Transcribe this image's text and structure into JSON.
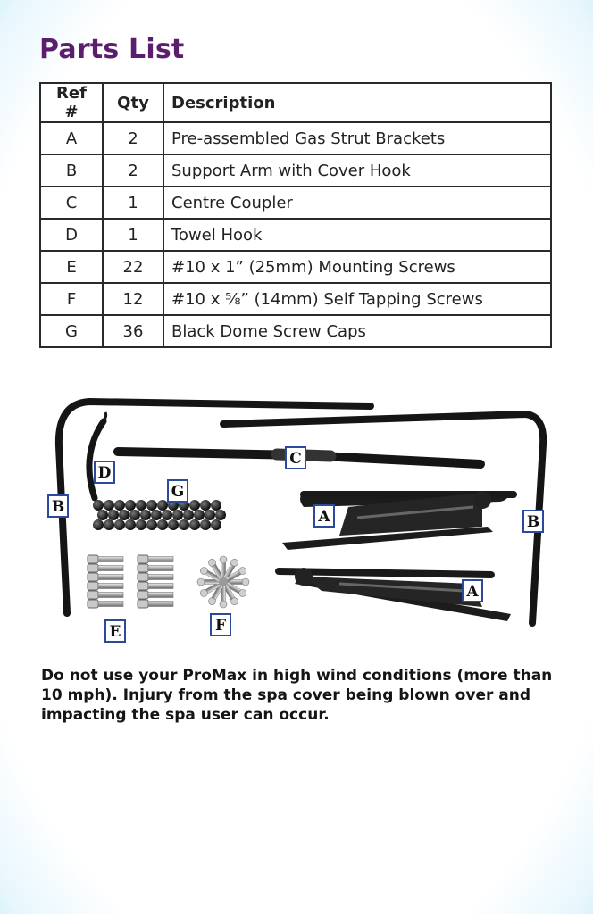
{
  "title": "Parts List",
  "table": {
    "headers": [
      "Ref #",
      "Qty",
      "Description"
    ],
    "rows": [
      {
        "ref": "A",
        "qty": "2",
        "desc": "Pre-assembled Gas Strut Brackets"
      },
      {
        "ref": "B",
        "qty": "2",
        "desc": "Support Arm with Cover Hook"
      },
      {
        "ref": "C",
        "qty": "1",
        "desc": "Centre Coupler"
      },
      {
        "ref": "D",
        "qty": "1",
        "desc": "Towel Hook"
      },
      {
        "ref": "E",
        "qty": "22",
        "desc": "#10 x 1” (25mm) Mounting Screws"
      },
      {
        "ref": "F",
        "qty": "12",
        "desc": "#10 x ⅝” (14mm) Self Tapping Screws"
      },
      {
        "ref": "G",
        "qty": "36",
        "desc": "Black Dome Screw Caps"
      }
    ]
  },
  "illustration": {
    "labels": {
      "a": "A",
      "b": "B",
      "c": "C",
      "d": "D",
      "e": "E",
      "f": "F",
      "g": "G"
    }
  },
  "warning": "Do not use your ProMax in high wind conditions (more than 10 mph). Injury from the spa cover being blown over and impacting the spa user can occur.",
  "colors": {
    "title": "#5b1e6e",
    "frame": "#5fc4ee",
    "label_border": "#2b4a9a"
  }
}
